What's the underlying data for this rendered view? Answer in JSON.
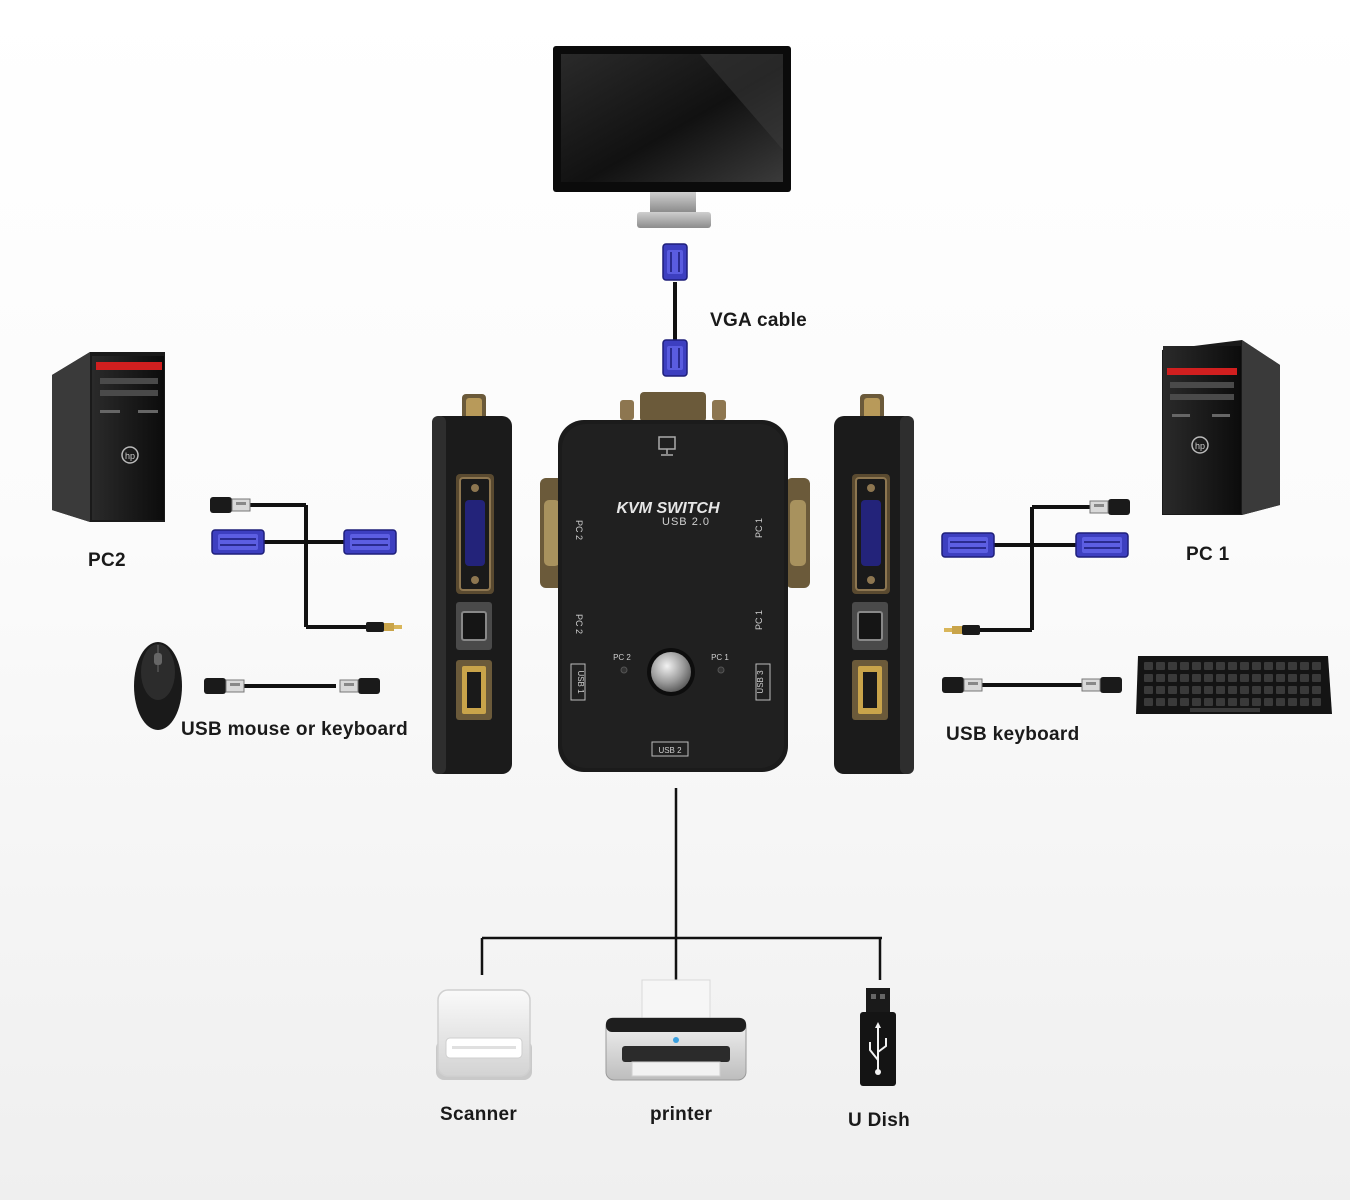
{
  "labels": {
    "vga_cable": "VGA cable",
    "pc2": "PC2",
    "pc1": "PC 1",
    "usb_mouse_or_keyboard": "USB mouse or keyboard",
    "usb_keyboard": "USB keyboard",
    "scanner": "Scanner",
    "printer": "printer",
    "u_dish": "U Dish"
  },
  "device": {
    "title": "KVM SWITCH",
    "subtitle": "USB 2.0",
    "port_pc1": "PC 1",
    "port_pc2": "PC 2",
    "led_pc1": "PC 1",
    "led_pc2": "PC 2",
    "usb1": "USB 1",
    "usb2": "USB 2",
    "usb3": "USB 3"
  },
  "colors": {
    "vga_blue": "#3d3fc0",
    "device_black": "#1b1b1b",
    "pc_red_stripe": "#d11f1f",
    "cable": "#111111"
  }
}
